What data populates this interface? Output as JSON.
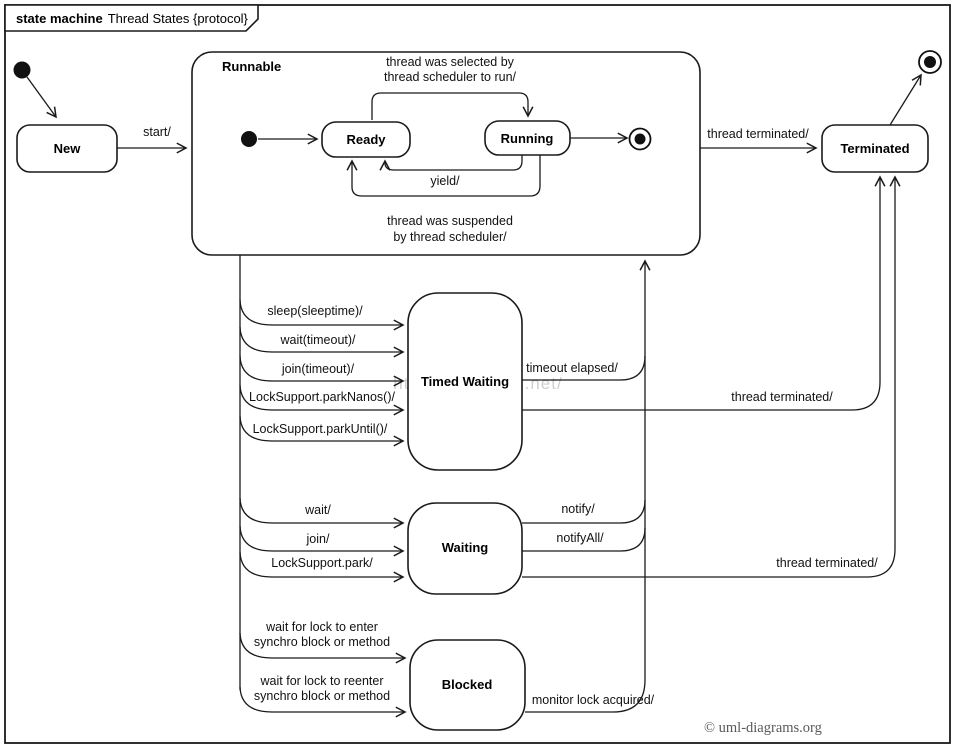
{
  "frame": {
    "title_bold": "state machine",
    "title_rest": "Thread States {protocol}"
  },
  "states": {
    "new": "New",
    "runnable": "Runnable",
    "ready": "Ready",
    "running": "Running",
    "terminated": "Terminated",
    "timed_waiting": "Timed Waiting",
    "waiting": "Waiting",
    "blocked": "Blocked"
  },
  "transitions": {
    "start": "start/",
    "selected_line1": "thread was selected by",
    "selected_line2": "thread scheduler to run/",
    "yield": "yield/",
    "suspended_line1": "thread was suspended",
    "suspended_line2": "by thread scheduler/",
    "thread_terminated_top": "thread terminated/",
    "sleep": "sleep(sleeptime)/",
    "wait_timeout": "wait(timeout)/",
    "join_timeout": "join(timeout)/",
    "park_nanos": "LockSupport.parkNanos()/",
    "park_until": "LockSupport.parkUntil()/",
    "timeout_elapsed": "timeout elapsed/",
    "thread_terminated_timed": "thread terminated/",
    "wait": "wait/",
    "join": "join/",
    "park": "LockSupport.park/",
    "notify": "notify/",
    "notify_all": "notifyAll/",
    "thread_terminated_waiting": "thread terminated/",
    "lock_enter_line1": "wait for lock to enter",
    "lock_enter_line2": "synchro block or method",
    "lock_reenter_line1": "wait for lock to reenter",
    "lock_reenter_line2": "synchro block or method",
    "monitor_lock": "monitor lock acquired/"
  },
  "watermarks": {
    "center": "http://blog.csdn.net/",
    "corner": "© uml-diagrams.org"
  }
}
